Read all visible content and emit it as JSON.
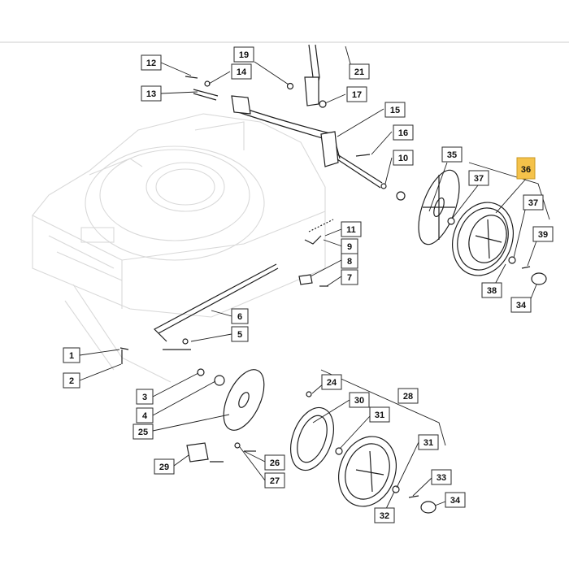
{
  "diagram": {
    "highlight_color": "#f5c24a",
    "callouts": [
      {
        "id": "c12",
        "text": "12"
      },
      {
        "id": "c13",
        "text": "13"
      },
      {
        "id": "c19",
        "text": "19"
      },
      {
        "id": "c14",
        "text": "14"
      },
      {
        "id": "c21",
        "text": "21"
      },
      {
        "id": "c17",
        "text": "17"
      },
      {
        "id": "c15",
        "text": "15"
      },
      {
        "id": "c16",
        "text": "16"
      },
      {
        "id": "c10",
        "text": "10"
      },
      {
        "id": "c35",
        "text": "35"
      },
      {
        "id": "c36",
        "text": "36",
        "highlighted": true
      },
      {
        "id": "c37a",
        "text": "37"
      },
      {
        "id": "c37b",
        "text": "37"
      },
      {
        "id": "c39",
        "text": "39"
      },
      {
        "id": "c11",
        "text": "11"
      },
      {
        "id": "c9",
        "text": "9"
      },
      {
        "id": "c8",
        "text": "8"
      },
      {
        "id": "c7",
        "text": "7"
      },
      {
        "id": "c38",
        "text": "38"
      },
      {
        "id": "c34a",
        "text": "34"
      },
      {
        "id": "c6",
        "text": "6"
      },
      {
        "id": "c5",
        "text": "5"
      },
      {
        "id": "c1",
        "text": "1"
      },
      {
        "id": "c2",
        "text": "2"
      },
      {
        "id": "c24",
        "text": "24"
      },
      {
        "id": "c28",
        "text": "28"
      },
      {
        "id": "c3",
        "text": "3"
      },
      {
        "id": "c30",
        "text": "30"
      },
      {
        "id": "c4",
        "text": "4"
      },
      {
        "id": "c31a",
        "text": "31"
      },
      {
        "id": "c25",
        "text": "25"
      },
      {
        "id": "c31b",
        "text": "31"
      },
      {
        "id": "c29",
        "text": "29"
      },
      {
        "id": "c26",
        "text": "26"
      },
      {
        "id": "c27",
        "text": "27"
      },
      {
        "id": "c33",
        "text": "33"
      },
      {
        "id": "c34b",
        "text": "34"
      },
      {
        "id": "c32",
        "text": "32"
      }
    ]
  }
}
